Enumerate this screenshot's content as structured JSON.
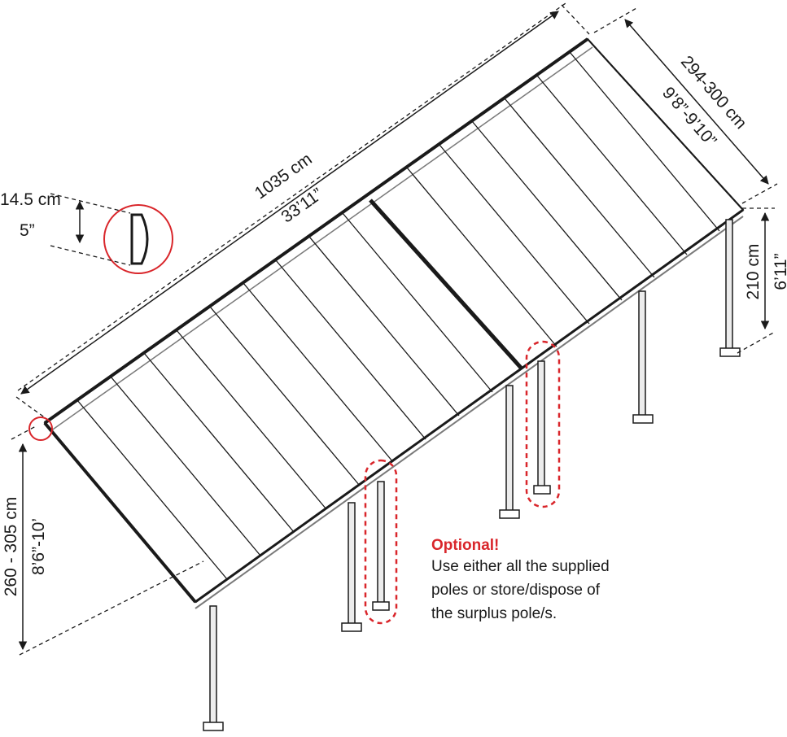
{
  "dimensions": {
    "length_cm": "1035 cm",
    "length_in": "33’11”",
    "width_cm": "294-300 cm",
    "width_in": "9’8”-9’10”",
    "low_height_cm": "210 cm",
    "low_height_in": "6’11”",
    "high_height_cm": "260 - 305 cm",
    "high_height_in": "8’6”-10’",
    "profile_cm": "14.5 cm",
    "profile_in": "5”"
  },
  "note": {
    "title": "Optional!",
    "line1": "Use either all the supplied",
    "line2": "poles or store/dispose of",
    "line3": "the surplus pole/s."
  },
  "colors": {
    "outline": "#1a1a1a",
    "highlight": "#d9262b",
    "frame": "#9a9a9a"
  }
}
